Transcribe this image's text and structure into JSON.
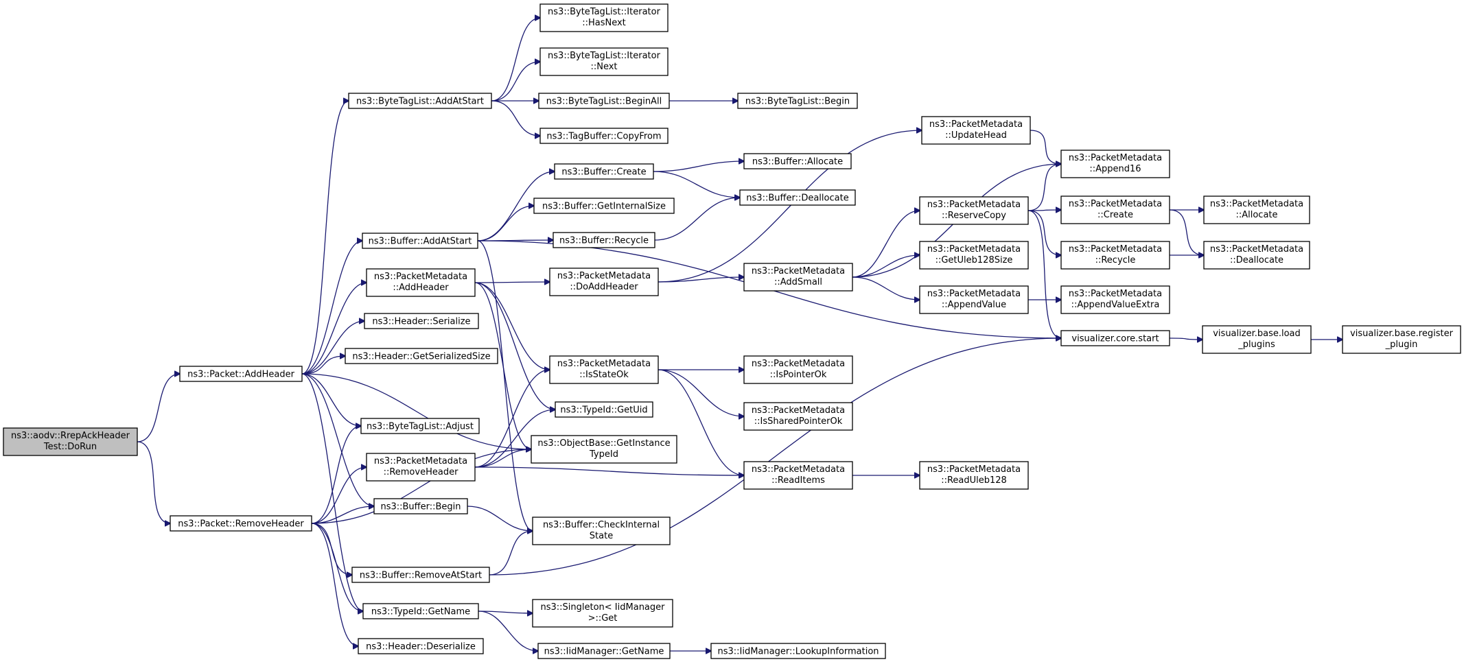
{
  "graph": {
    "nodes": [
      {
        "id": "dorun",
        "lines": [
          "ns3::aodv::RrepAckHeader",
          "Test::DoRun"
        ],
        "root": true
      },
      {
        "id": "addheader",
        "lines": [
          "ns3::Packet::AddHeader"
        ]
      },
      {
        "id": "removeheader",
        "lines": [
          "ns3::Packet::RemoveHeader"
        ]
      },
      {
        "id": "btl_addatstart",
        "lines": [
          "ns3::ByteTagList::AddAtStart"
        ]
      },
      {
        "id": "buf_addatstart",
        "lines": [
          "ns3::Buffer::AddAtStart"
        ]
      },
      {
        "id": "pm_addheader",
        "lines": [
          "ns3::PacketMetadata",
          "::AddHeader"
        ]
      },
      {
        "id": "hdr_serialize",
        "lines": [
          "ns3::Header::Serialize"
        ]
      },
      {
        "id": "hdr_getsersize",
        "lines": [
          "ns3::Header::GetSerializedSize"
        ]
      },
      {
        "id": "btl_adjust",
        "lines": [
          "ns3::ByteTagList::Adjust"
        ]
      },
      {
        "id": "pm_removeheader",
        "lines": [
          "ns3::PacketMetadata",
          "::RemoveHeader"
        ]
      },
      {
        "id": "buf_begin",
        "lines": [
          "ns3::Buffer::Begin"
        ]
      },
      {
        "id": "buf_removeatstart",
        "lines": [
          "ns3::Buffer::RemoveAtStart"
        ]
      },
      {
        "id": "typeid_getname",
        "lines": [
          "ns3::TypeId::GetName"
        ]
      },
      {
        "id": "hdr_deserialize",
        "lines": [
          "ns3::Header::Deserialize"
        ]
      },
      {
        "id": "btli_hasnext",
        "lines": [
          "ns3::ByteTagList::Iterator",
          "::HasNext"
        ]
      },
      {
        "id": "btli_next",
        "lines": [
          "ns3::ByteTagList::Iterator",
          "::Next"
        ]
      },
      {
        "id": "btl_beginall",
        "lines": [
          "ns3::ByteTagList::BeginAll"
        ]
      },
      {
        "id": "tagbuf_copyfrom",
        "lines": [
          "ns3::TagBuffer::CopyFrom"
        ]
      },
      {
        "id": "buf_create",
        "lines": [
          "ns3::Buffer::Create"
        ]
      },
      {
        "id": "buf_getinternalsize",
        "lines": [
          "ns3::Buffer::GetInternalSize"
        ]
      },
      {
        "id": "buf_recycle",
        "lines": [
          "ns3::Buffer::Recycle"
        ]
      },
      {
        "id": "pm_doaddheader",
        "lines": [
          "ns3::PacketMetadata",
          "::DoAddHeader"
        ]
      },
      {
        "id": "pm_isstateok",
        "lines": [
          "ns3::PacketMetadata",
          "::IsStateOk"
        ]
      },
      {
        "id": "typeid_getuid",
        "lines": [
          "ns3::TypeId::GetUid"
        ]
      },
      {
        "id": "ob_getinstancetypeid",
        "lines": [
          "ns3::ObjectBase::GetInstance",
          "TypeId"
        ]
      },
      {
        "id": "buf_checkinternalstate",
        "lines": [
          "ns3::Buffer::CheckInternal",
          "State"
        ]
      },
      {
        "id": "singleton_get",
        "lines": [
          "ns3::Singleton< IidManager",
          " >::Get"
        ]
      },
      {
        "id": "iid_getname",
        "lines": [
          "ns3::IidManager::GetName"
        ]
      },
      {
        "id": "btl_begin",
        "lines": [
          "ns3::ByteTagList::Begin"
        ]
      },
      {
        "id": "buf_allocate",
        "lines": [
          "ns3::Buffer::Allocate"
        ]
      },
      {
        "id": "buf_deallocate",
        "lines": [
          "ns3::Buffer::Deallocate"
        ]
      },
      {
        "id": "pm_updatehead",
        "lines": [
          "ns3::PacketMetadata",
          "::UpdateHead"
        ]
      },
      {
        "id": "pm_addsmall",
        "lines": [
          "ns3::PacketMetadata",
          "::AddSmall"
        ]
      },
      {
        "id": "pm_ispointerok",
        "lines": [
          "ns3::PacketMetadata",
          "::IsPointerOk"
        ]
      },
      {
        "id": "pm_issharedpointerok",
        "lines": [
          "ns3::PacketMetadata",
          "::IsSharedPointerOk"
        ]
      },
      {
        "id": "pm_readitems",
        "lines": [
          "ns3::PacketMetadata",
          "::ReadItems"
        ]
      },
      {
        "id": "iid_lookupinformation",
        "lines": [
          "ns3::IidManager::LookupInformation"
        ]
      },
      {
        "id": "pm_reservecopy",
        "lines": [
          "ns3::PacketMetadata",
          "::ReserveCopy"
        ]
      },
      {
        "id": "pm_getuleb128size",
        "lines": [
          "ns3::PacketMetadata",
          "::GetUleb128Size"
        ]
      },
      {
        "id": "pm_appendvalue",
        "lines": [
          "ns3::PacketMetadata",
          "::AppendValue"
        ]
      },
      {
        "id": "pm_readuleb128",
        "lines": [
          "ns3::PacketMetadata",
          "::ReadUleb128"
        ]
      },
      {
        "id": "pm_append16",
        "lines": [
          "ns3::PacketMetadata",
          "::Append16"
        ]
      },
      {
        "id": "pm_create",
        "lines": [
          "ns3::PacketMetadata",
          "::Create"
        ]
      },
      {
        "id": "pm_recycle",
        "lines": [
          "ns3::PacketMetadata",
          "::Recycle"
        ]
      },
      {
        "id": "pm_appendvalueextra",
        "lines": [
          "ns3::PacketMetadata",
          "::AppendValueExtra"
        ]
      },
      {
        "id": "viz_core_start",
        "lines": [
          "visualizer.core.start"
        ]
      },
      {
        "id": "pm_allocate",
        "lines": [
          "ns3::PacketMetadata",
          "::Allocate"
        ]
      },
      {
        "id": "pm_deallocate",
        "lines": [
          "ns3::PacketMetadata",
          "::Deallocate"
        ]
      },
      {
        "id": "viz_base_load_plugins",
        "lines": [
          "visualizer.base.load",
          "_plugins"
        ]
      },
      {
        "id": "viz_base_register_plugin",
        "lines": [
          "visualizer.base.register",
          "_plugin"
        ]
      }
    ],
    "edges": [
      [
        "dorun",
        "addheader"
      ],
      [
        "dorun",
        "removeheader"
      ],
      [
        "addheader",
        "btl_addatstart"
      ],
      [
        "addheader",
        "buf_addatstart"
      ],
      [
        "addheader",
        "pm_addheader"
      ],
      [
        "addheader",
        "hdr_serialize"
      ],
      [
        "addheader",
        "hdr_getsersize"
      ],
      [
        "addheader",
        "btl_adjust"
      ],
      [
        "addheader",
        "buf_begin"
      ],
      [
        "addheader",
        "ob_getinstancetypeid"
      ],
      [
        "addheader",
        "typeid_getname"
      ],
      [
        "removeheader",
        "btl_adjust"
      ],
      [
        "removeheader",
        "pm_removeheader"
      ],
      [
        "removeheader",
        "buf_begin"
      ],
      [
        "removeheader",
        "ob_getinstancetypeid"
      ],
      [
        "removeheader",
        "buf_removeatstart"
      ],
      [
        "removeheader",
        "typeid_getname"
      ],
      [
        "removeheader",
        "hdr_deserialize"
      ],
      [
        "btl_addatstart",
        "btli_hasnext"
      ],
      [
        "btl_addatstart",
        "btli_next"
      ],
      [
        "btl_addatstart",
        "btl_beginall"
      ],
      [
        "btl_addatstart",
        "tagbuf_copyfrom"
      ],
      [
        "btl_beginall",
        "btl_begin"
      ],
      [
        "buf_addatstart",
        "buf_create"
      ],
      [
        "buf_addatstart",
        "buf_getinternalsize"
      ],
      [
        "buf_addatstart",
        "buf_recycle"
      ],
      [
        "buf_addatstart",
        "buf_checkinternalstate"
      ],
      [
        "buf_addatstart",
        "viz_core_start"
      ],
      [
        "buf_create",
        "buf_allocate"
      ],
      [
        "buf_create",
        "buf_deallocate"
      ],
      [
        "buf_recycle",
        "buf_deallocate"
      ],
      [
        "pm_addheader",
        "pm_doaddheader"
      ],
      [
        "pm_addheader",
        "pm_isstateok"
      ],
      [
        "pm_addheader",
        "typeid_getuid"
      ],
      [
        "pm_addheader",
        "ob_getinstancetypeid"
      ],
      [
        "pm_removeheader",
        "pm_isstateok"
      ],
      [
        "pm_removeheader",
        "typeid_getuid"
      ],
      [
        "pm_removeheader",
        "ob_getinstancetypeid"
      ],
      [
        "pm_removeheader",
        "pm_readitems"
      ],
      [
        "buf_begin",
        "buf_checkinternalstate"
      ],
      [
        "buf_removeatstart",
        "buf_checkinternalstate"
      ],
      [
        "buf_removeatstart",
        "viz_core_start"
      ],
      [
        "typeid_getname",
        "singleton_get"
      ],
      [
        "typeid_getname",
        "iid_getname"
      ],
      [
        "iid_getname",
        "iid_lookupinformation"
      ],
      [
        "pm_doaddheader",
        "pm_updatehead"
      ],
      [
        "pm_doaddheader",
        "pm_addsmall"
      ],
      [
        "pm_isstateok",
        "pm_ispointerok"
      ],
      [
        "pm_isstateok",
        "pm_issharedpointerok"
      ],
      [
        "pm_isstateok",
        "pm_readitems"
      ],
      [
        "pm_readitems",
        "pm_readuleb128"
      ],
      [
        "pm_updatehead",
        "pm_append16"
      ],
      [
        "pm_addsmall",
        "pm_reservecopy"
      ],
      [
        "pm_addsmall",
        "pm_append16"
      ],
      [
        "pm_addsmall",
        "pm_getuleb128size"
      ],
      [
        "pm_addsmall",
        "pm_appendvalue"
      ],
      [
        "pm_reservecopy",
        "pm_append16"
      ],
      [
        "pm_reservecopy",
        "pm_create"
      ],
      [
        "pm_reservecopy",
        "pm_recycle"
      ],
      [
        "pm_reservecopy",
        "viz_core_start"
      ],
      [
        "pm_appendvalue",
        "pm_appendvalueextra"
      ],
      [
        "pm_create",
        "pm_allocate"
      ],
      [
        "pm_create",
        "pm_deallocate"
      ],
      [
        "pm_recycle",
        "pm_deallocate"
      ],
      [
        "viz_core_start",
        "viz_base_load_plugins"
      ],
      [
        "viz_base_load_plugins",
        "viz_base_register_plugin"
      ]
    ]
  }
}
